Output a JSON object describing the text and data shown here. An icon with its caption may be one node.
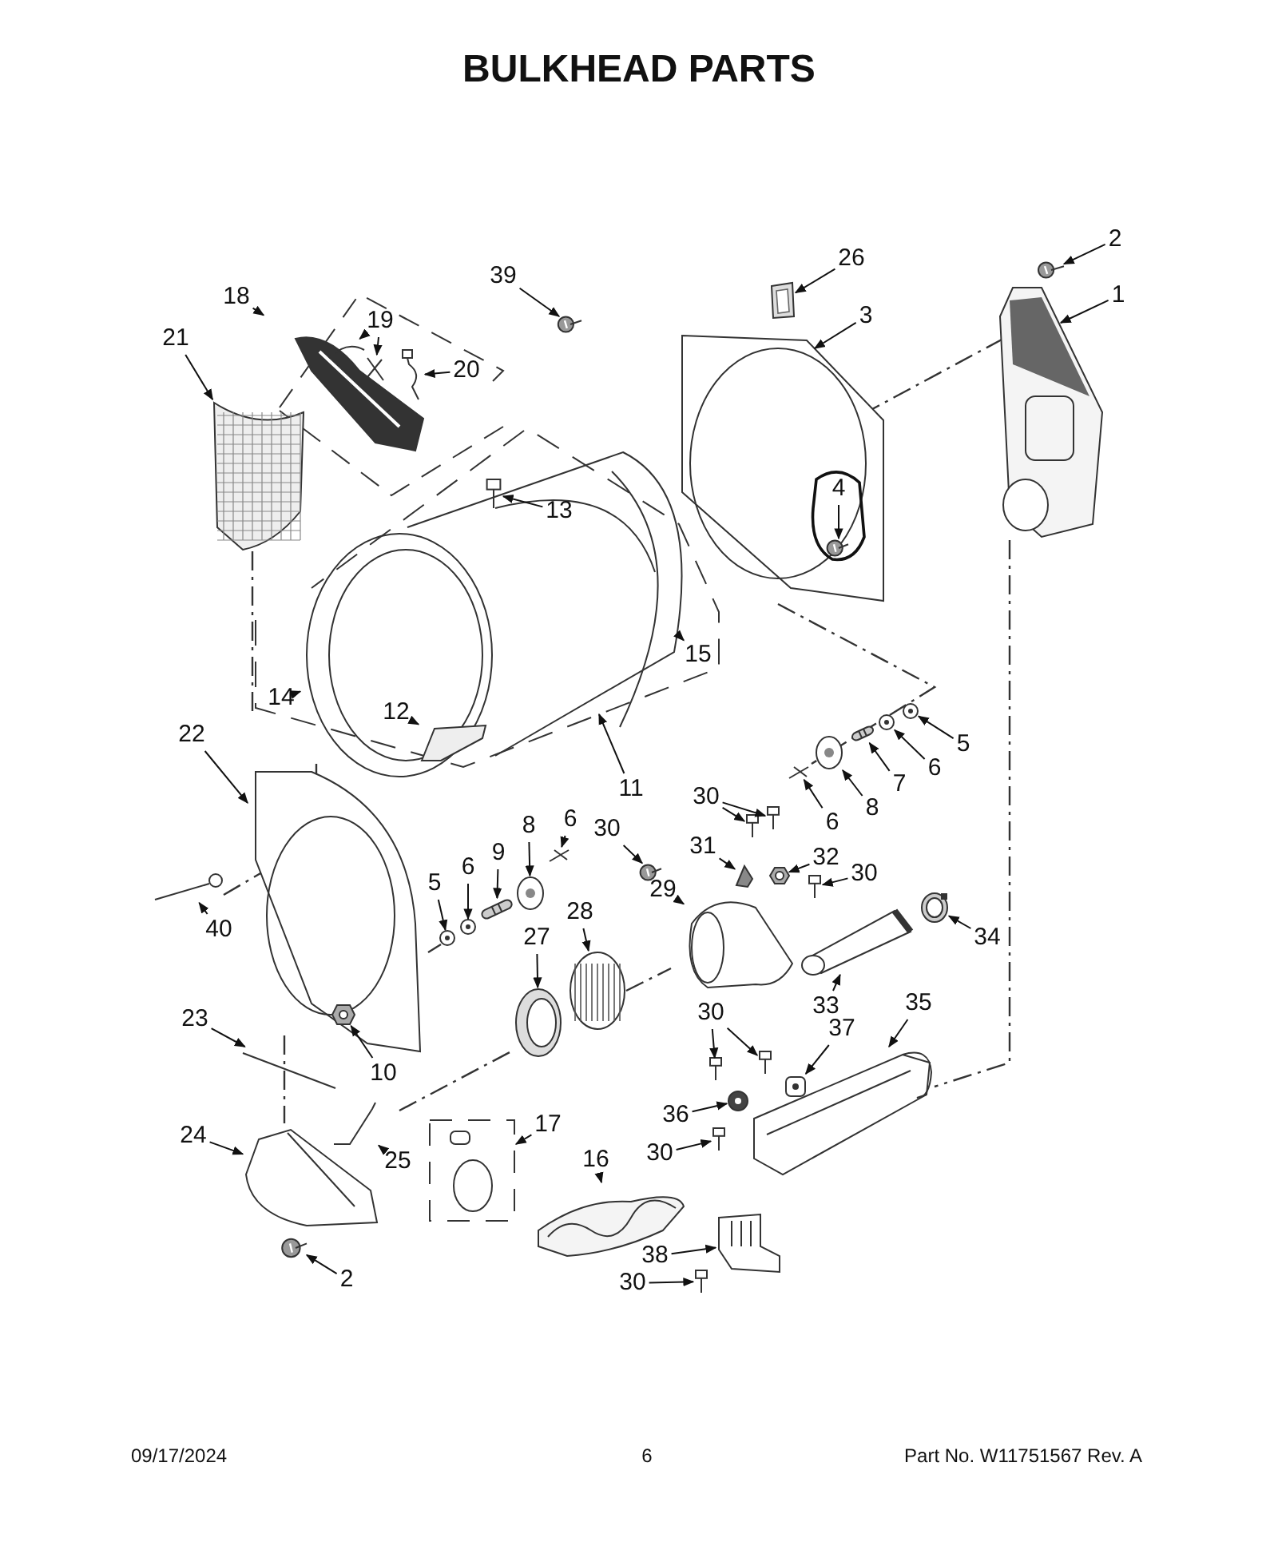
{
  "diagram": {
    "title": "BULKHEAD PARTS",
    "nodes": [
      {
        "text": [
          "18"
        ]
      },
      {
        "text": [],
        "shape": "box"
      },
      {
        "text": [
          "19"
        ],
        "in": 1
      },
      {
        "text": [],
        "shape": "picture",
        "in": 1
      },
      {
        "text": [],
        "shape": "picture",
        "in": 1
      },
      {
        "text": [
          "20"
        ],
        "in": 1
      },
      {
        "text": [],
        "shape": "picture",
        "in": 1
      },
      {
        "text": [
          "39"
        ]
      },
      {
        "text": [],
        "shape": "picture"
      },
      {
        "text": [
          "26"
        ]
      },
      {
        "text": [],
        "shape": "picture"
      },
      {
        "text": [
          "2"
        ]
      },
      {
        "text": [],
        "shape": "picture"
      },
      {
        "text": [
          "1"
        ]
      },
      {
        "text": [],
        "shape": "picture"
      },
      {
        "text": [
          "21"
        ]
      },
      {
        "text": [],
        "shape": "picture"
      },
      {
        "text": [
          "3"
        ]
      },
      {
        "text": [],
        "shape": "picture"
      },
      {
        "text": [
          "4"
        ],
        "in": 18
      },
      {
        "text": [],
        "shape": "picture",
        "in": 18
      },
      {
        "text": [],
        "shape": "box"
      },
      {
        "text": [
          "13"
        ],
        "in": 21
      },
      {
        "text": [],
        "shape": "picture",
        "in": 21
      },
      {
        "text": [],
        "shape": "picture",
        "in": 21
      },
      {
        "text": [
          "14"
        ],
        "in": 21
      },
      {
        "text": [],
        "shape": "picture",
        "in": 21
      },
      {
        "text": [
          "15"
        ],
        "in": 21
      },
      {
        "text": [],
        "shape": "picture",
        "in": 24
      },
      {
        "text": [
          "12"
        ],
        "in": 24
      },
      {
        "text": [
          "11"
        ]
      },
      {
        "text": [
          "22"
        ]
      },
      {
        "text": [],
        "shape": "picture"
      },
      {
        "text": [],
        "shape": "picture",
        "in": 32
      },
      {
        "text": [
          "10"
        ]
      },
      {
        "text": [
          "40"
        ]
      },
      {
        "text": [],
        "shape": "picture"
      },
      {
        "text": [
          "5"
        ]
      },
      {
        "text": [],
        "shape": "picture"
      },
      {
        "text": [
          "6"
        ]
      },
      {
        "text": [],
        "shape": "picture"
      },
      {
        "text": [
          "9"
        ]
      },
      {
        "text": [],
        "shape": "picture"
      },
      {
        "text": [
          "8"
        ]
      },
      {
        "text": [],
        "shape": "picture"
      },
      {
        "text": [
          "6"
        ]
      },
      {
        "text": [],
        "shape": "picture"
      },
      {
        "text": [
          "5"
        ]
      },
      {
        "text": [],
        "shape": "picture"
      },
      {
        "text": [
          "6"
        ]
      },
      {
        "text": [],
        "shape": "picture"
      },
      {
        "text": [
          "7"
        ]
      },
      {
        "text": [],
        "shape": "picture"
      },
      {
        "text": [
          "8"
        ]
      },
      {
        "text": [],
        "shape": "picture"
      },
      {
        "text": [
          "6"
        ]
      },
      {
        "text": [],
        "shape": "picture"
      },
      {
        "text": [
          "30"
        ]
      },
      {
        "text": [],
        "shape": "picture"
      },
      {
        "text": [
          "29"
        ]
      },
      {
        "text": [],
        "shape": "picture"
      },
      {
        "text": [
          "27"
        ]
      },
      {
        "text": [],
        "shape": "picture"
      },
      {
        "text": [
          "28"
        ]
      },
      {
        "text": [],
        "shape": "picture"
      },
      {
        "text": [
          "31"
        ]
      },
      {
        "text": [],
        "shape": "picture"
      },
      {
        "text": [
          "30"
        ]
      },
      {
        "text": [],
        "shape": "picture"
      },
      {
        "text": [],
        "shape": "picture"
      },
      {
        "text": [
          "32"
        ]
      },
      {
        "text": [],
        "shape": "picture"
      },
      {
        "text": [
          "30"
        ]
      },
      {
        "text": [],
        "shape": "picture"
      },
      {
        "text": [],
        "shape": "picture"
      },
      {
        "text": [
          "33"
        ]
      },
      {
        "text": [
          "34"
        ]
      },
      {
        "text": [],
        "shape": "picture"
      },
      {
        "text": [
          "35"
        ]
      },
      {
        "text": [],
        "shape": "picture"
      },
      {
        "text": [
          "30"
        ]
      },
      {
        "text": [],
        "shape": "picture"
      },
      {
        "text": [],
        "shape": "picture",
        "in": 79
      },
      {
        "text": [
          "37"
        ]
      },
      {
        "text": [],
        "shape": "picture",
        "in": 79
      },
      {
        "text": [
          "36"
        ]
      },
      {
        "text": [],
        "shape": "picture"
      },
      {
        "text": [
          "30"
        ]
      },
      {
        "text": [],
        "shape": "picture"
      },
      {
        "text": [
          "16"
        ]
      },
      {
        "text": [],
        "shape": "picture"
      },
      {
        "text": [
          "38"
        ]
      },
      {
        "text": [],
        "shape": "picture"
      },
      {
        "text": [
          "30"
        ]
      },
      {
        "text": [],
        "shape": "picture"
      },
      {
        "text": [
          "23"
        ]
      },
      {
        "text": [],
        "shape": "picture"
      },
      {
        "text": [
          "24"
        ]
      },
      {
        "text": [],
        "shape": "picture"
      },
      {
        "text": [
          "25"
        ]
      },
      {
        "text": [],
        "shape": "picture"
      },
      {
        "text": [
          "17"
        ]
      },
      {
        "text": [],
        "shape": "picture"
      },
      {
        "text": [
          "2"
        ]
      },
      {
        "text": [],
        "shape": "picture"
      }
    ],
    "edges": [
      {
        "from": 0,
        "to": 1,
        "arrow": "to"
      },
      {
        "from": 2,
        "to": 3,
        "arrow": "to"
      },
      {
        "from": 2,
        "to": 4,
        "arrow": "to"
      },
      {
        "from": 5,
        "to": 6,
        "arrow": "to"
      },
      {
        "from": 7,
        "to": 8,
        "arrow": "to"
      },
      {
        "from": 9,
        "to": 10,
        "arrow": "to"
      },
      {
        "from": 11,
        "to": 12,
        "arrow": "to"
      },
      {
        "from": 13,
        "to": 14,
        "arrow": "to"
      },
      {
        "from": 15,
        "to": 16,
        "arrow": "to"
      },
      {
        "from": 17,
        "to": 18,
        "arrow": "to"
      },
      {
        "from": 19,
        "to": 20,
        "arrow": "to"
      },
      {
        "from": 22,
        "to": 23,
        "arrow": "to"
      },
      {
        "from": 25,
        "to": 24,
        "arrow": "to"
      },
      {
        "from": 27,
        "to": 26,
        "arrow": "to"
      },
      {
        "from": 29,
        "to": 28,
        "arrow": "to"
      },
      {
        "from": 30,
        "to": 21,
        "arrow": "to"
      },
      {
        "from": 31,
        "to": 32,
        "arrow": "to"
      },
      {
        "from": 34,
        "to": 33,
        "arrow": "to"
      },
      {
        "from": 35,
        "to": 36,
        "arrow": "to"
      },
      {
        "from": 37,
        "to": 38,
        "arrow": "to"
      },
      {
        "from": 39,
        "to": 40,
        "arrow": "to"
      },
      {
        "from": 41,
        "to": 42,
        "arrow": "to"
      },
      {
        "from": 43,
        "to": 44,
        "arrow": "to"
      },
      {
        "from": 45,
        "to": 46,
        "arrow": "to"
      },
      {
        "from": 47,
        "to": 48,
        "arrow": "to"
      },
      {
        "from": 49,
        "to": 50,
        "arrow": "to"
      },
      {
        "from": 51,
        "to": 52,
        "arrow": "to"
      },
      {
        "from": 53,
        "to": 54,
        "arrow": "to"
      },
      {
        "from": 55,
        "to": 56,
        "arrow": "to"
      },
      {
        "from": 57,
        "to": 58,
        "arrow": "to"
      },
      {
        "from": 59,
        "to": 60,
        "arrow": "to"
      },
      {
        "from": 61,
        "to": 62,
        "arrow": "to"
      },
      {
        "from": 63,
        "to": 64,
        "arrow": "to"
      },
      {
        "from": 65,
        "to": 66,
        "arrow": "to"
      },
      {
        "from": 67,
        "to": 68,
        "arrow": "to"
      },
      {
        "from": 67,
        "to": 69,
        "arrow": "to"
      },
      {
        "from": 70,
        "to": 71,
        "arrow": "to"
      },
      {
        "from": 72,
        "to": 73,
        "arrow": "to"
      },
      {
        "from": 75,
        "to": 74,
        "arrow": "to"
      },
      {
        "from": 76,
        "to": 77,
        "arrow": "to"
      },
      {
        "from": 78,
        "to": 79,
        "arrow": "to"
      },
      {
        "from": 80,
        "to": 81,
        "arrow": "to"
      },
      {
        "from": 80,
        "to": 82,
        "arrow": "to"
      },
      {
        "from": 83,
        "to": 84,
        "arrow": "to"
      },
      {
        "from": 85,
        "to": 86,
        "arrow": "to"
      },
      {
        "from": 87,
        "to": 88,
        "arrow": "to"
      },
      {
        "from": 89,
        "to": 90,
        "arrow": "to"
      },
      {
        "from": 91,
        "to": 92,
        "arrow": "to"
      },
      {
        "from": 93,
        "to": 94,
        "arrow": "to"
      },
      {
        "from": 95,
        "to": 96,
        "arrow": "to"
      },
      {
        "from": 97,
        "to": 98,
        "arrow": "to"
      },
      {
        "from": 99,
        "to": 100,
        "arrow": "to"
      },
      {
        "from": 101,
        "to": 102,
        "arrow": "to"
      },
      {
        "from": 103,
        "to": 104,
        "arrow": "to"
      }
    ],
    "labels": [
      "09/17/2024",
      "6",
      "Part No. W11751567 Rev. A"
    ]
  }
}
